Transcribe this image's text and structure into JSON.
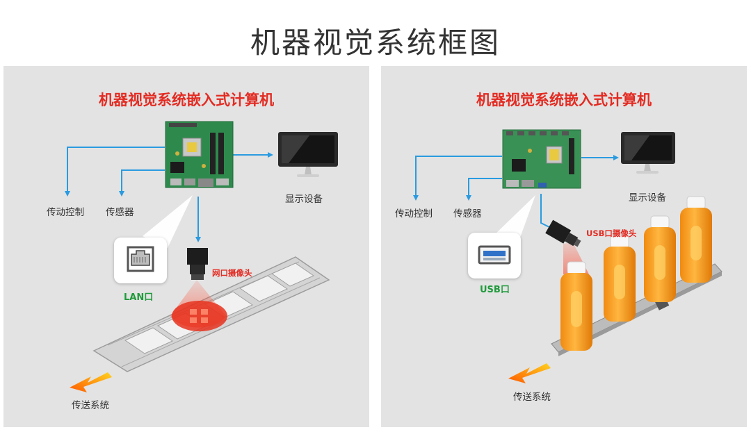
{
  "title": "机器视觉系统框图",
  "panels": [
    {
      "heading": "机器视觉系统嵌入式计算机",
      "labels": {
        "display": "显示设备",
        "motion": "传动控制",
        "sensor": "传感器",
        "port": "LAN口",
        "camera": "网口摄像头",
        "conveyor": "传送系统"
      }
    },
    {
      "heading": "机器视觉系统嵌入式计算机",
      "labels": {
        "display": "显示设备",
        "motion": "传动控制",
        "sensor": "传感器",
        "port": "USB口",
        "camera": "USB口摄像头",
        "conveyor": "传送系统"
      }
    }
  ],
  "colors": {
    "arrow": "#2a9be0",
    "heading": "#e32b22",
    "port_label": "#1f9a3c",
    "board": "#2e8a4c",
    "bottle": "#f5a020",
    "panel_bg": "#e3e3e3"
  }
}
